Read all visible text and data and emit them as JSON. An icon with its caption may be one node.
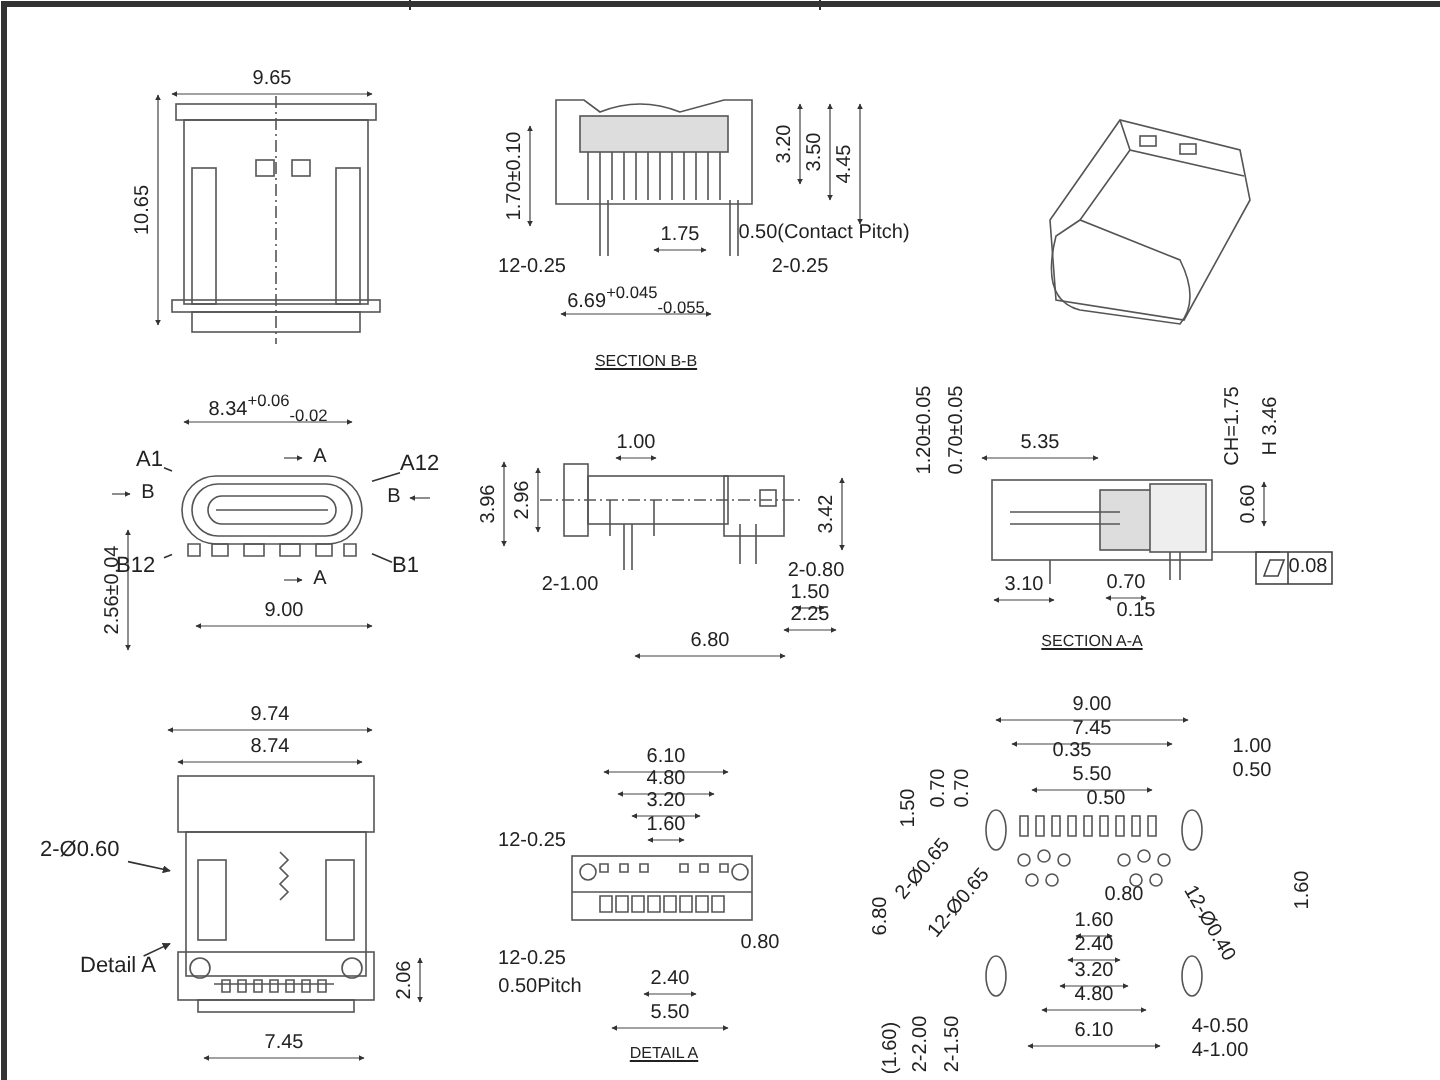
{
  "diagram": {
    "nodes": [
      {
        "text": [
          "A1"
        ]
      },
      {
        "text": [
          "A12"
        ]
      },
      {
        "text": [
          "B12"
        ]
      },
      {
        "text": [
          "B1"
        ]
      },
      {
        "text": [],
        "shape": "picture"
      },
      {
        "text": [
          "Detail A"
        ]
      },
      {
        "text": [
          "2-Ø0.60"
        ]
      },
      {
        "text": [],
        "shape": "picture"
      }
    ],
    "edges": [
      {
        "from": 0,
        "to": 4,
        "arrow": "none"
      },
      {
        "from": 1,
        "to": 4,
        "arrow": "none"
      },
      {
        "from": 2,
        "to": 4,
        "arrow": "none"
      },
      {
        "from": 3,
        "to": 4,
        "arrow": "none"
      },
      {
        "from": 5,
        "to": 7,
        "arrow": "to"
      },
      {
        "from": 6,
        "to": 7,
        "arrow": "to"
      }
    ],
    "labels": [
      "9.65",
      "10.65",
      "3.20",
      "3.50",
      "4.45",
      "1.70±0.10",
      "1.75",
      "0.50(Contact Pitch)",
      "12-0.25",
      "2-0.25",
      "6.69$^{+0.045}$$_{-0.055}$",
      "SECTION B-B",
      "8.34$^{+0.06}$$_{-0.02}$",
      "A",
      "B",
      "B",
      "A",
      "9.00",
      "2.56±0.04",
      "1.00",
      "3.96",
      "2.96",
      "3.42",
      "2-1.00",
      "2-0.80",
      "1.50",
      "2.25",
      "6.80",
      "1.20±0.05",
      "0.70±0.05",
      "5.35",
      "CH=1.75",
      "H 3.46",
      "0.60",
      "0.08",
      "3.10",
      "0.70",
      "0.15",
      "SECTION A-A",
      "9.74",
      "8.74",
      "2.06",
      "7.45",
      "6.10",
      "4.80",
      "3.20",
      "1.60",
      "12-0.25",
      "12-0.25",
      "0.80",
      "0.50Pitch",
      "2.40",
      "5.50",
      "DETAIL A",
      "9.00",
      "7.45",
      "0.35",
      "1.00",
      "5.50",
      "0.50",
      "0.50",
      "1.50",
      "0.70",
      "0.70",
      "6.80",
      "2-Ø0.65",
      "12-Ø0.65",
      "0.80",
      "1.60",
      "2.40",
      "3.20",
      "4.80",
      "6.10",
      "12-Ø0.40",
      "1.60",
      "(1.60)",
      "2-2.00",
      "2-1.50",
      "4-0.50",
      "4-1.00"
    ]
  }
}
